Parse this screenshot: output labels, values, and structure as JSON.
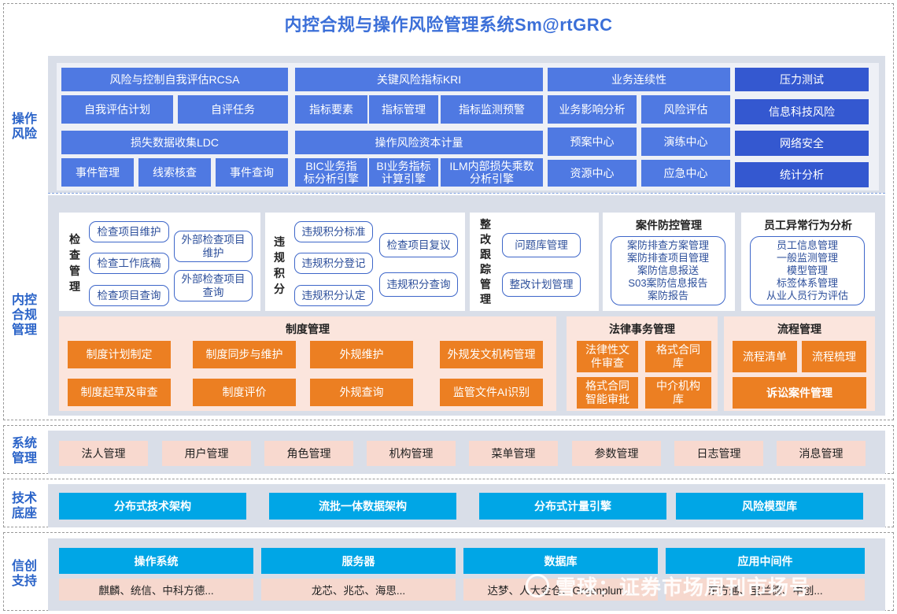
{
  "title": "内控合规与操作风险管理系统Sm@rtGRC",
  "side_labels": {
    "op_risk": "操作\n风险",
    "internal": "内控\n合规\n管理",
    "system": "系统\n管理",
    "tech": "技术\n底座",
    "xinchuang": "信创\n支持"
  },
  "op_risk": {
    "rcsa": {
      "title": "风险与控制自我评估RCSA",
      "items": [
        "自我评估计划",
        "自评任务"
      ]
    },
    "ldc": {
      "title": "损失数据收集LDC",
      "items": [
        "事件管理",
        "线索核查",
        "事件查询"
      ]
    },
    "kri": {
      "title": "关键风险指标KRI",
      "items": [
        "指标要素",
        "指标管理",
        "指标监测预警"
      ]
    },
    "capital": {
      "title": "操作风险资本计量",
      "items": [
        "BIC业务指\n标分析引擎",
        "BI业务指标\n计算引擎",
        "ILM内部损失乘数\n分析引擎"
      ]
    },
    "bcm": {
      "title": "业务连续性",
      "items": [
        "业务影响分析",
        "风险评估",
        "预案中心",
        "演练中心",
        "资源中心",
        "应急中心"
      ]
    },
    "right": [
      "压力测试",
      "信息科技风险",
      "网络安全",
      "统计分析"
    ]
  },
  "internal": {
    "inspection": {
      "label": "检\n查\n管\n理",
      "items": [
        "检查项目维护",
        "检查工作底稿",
        "检查项目查询",
        "外部检查项目\n维护",
        "外部检查项目\n查询"
      ]
    },
    "violation": {
      "label": "违\n规\n积\n分",
      "items": [
        "违规积分标准",
        "违规积分登记",
        "违规积分认定",
        "检查项目复议",
        "违规积分查询"
      ]
    },
    "rectify": {
      "label": "整\n改\n跟\n踪\n管\n理",
      "items": [
        "问题库管理",
        "整改计划管理"
      ]
    },
    "case": {
      "title": "案件防控管理",
      "items": [
        "案防排查方案管理",
        "案防排查项目管理",
        "案防信息报送",
        "S03案防信息报告",
        "案防报告"
      ]
    },
    "employee": {
      "title": "员工异常行为分析",
      "items": [
        "员工信息管理",
        "一般监测管理",
        "模型管理",
        "标签体系管理",
        "从业人员行为评估"
      ]
    },
    "policy": {
      "title": "制度管理",
      "items": [
        "制度计划制定",
        "制度同步与维护",
        "外规维护",
        "外规发文机构管理",
        "制度起草及审查",
        "制度评价",
        "外规查询",
        "监管文件AI识别"
      ]
    },
    "legal": {
      "title": "法律事务管理",
      "items": [
        "法律性文\n件审查",
        "格式合同\n库",
        "格式合同\n智能审批",
        "中介机构\n库"
      ]
    },
    "process": {
      "title": "流程管理",
      "items": [
        "流程清单",
        "流程梳理",
        "诉讼案件管理"
      ]
    }
  },
  "system_mgmt": [
    "法人管理",
    "用户管理",
    "角色管理",
    "机构管理",
    "菜单管理",
    "参数管理",
    "日志管理",
    "消息管理"
  ],
  "tech_base": [
    "分布式技术架构",
    "流批一体数据架构",
    "分布式计量引擎",
    "风险模型库"
  ],
  "xinchuang": [
    {
      "title": "操作系统",
      "detail": "麒麟、统信、中科方德..."
    },
    {
      "title": "服务器",
      "detail": "龙芯、兆芯、海思..."
    },
    {
      "title": "数据库",
      "detail": "达梦、人大金仓、Greenplum..."
    },
    {
      "title": "应用中间件",
      "detail": "东方通、宝兰德、中创..."
    }
  ],
  "watermark": "雪球：证券市场周刊市场号",
  "colors": {
    "blue": "#4f79e2",
    "orange": "#ec7f22",
    "cyan": "#00a6e6",
    "title": "#3b6fd8"
  }
}
